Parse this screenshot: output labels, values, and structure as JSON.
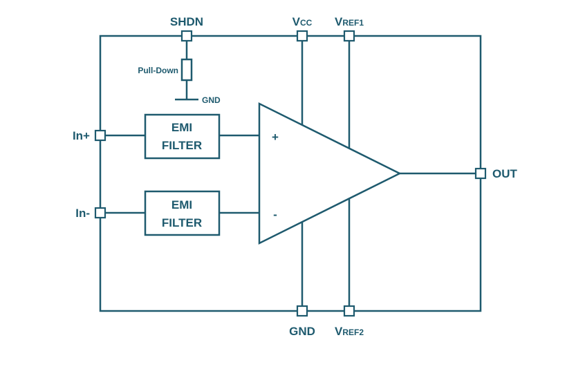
{
  "colors": {
    "line": "#1e5a6e",
    "background": "#ffffff"
  },
  "pins": {
    "shdn": "SHDN",
    "vcc": {
      "main": "V",
      "sub": "CC"
    },
    "vref1": {
      "main": "V",
      "sub": "REF1"
    },
    "in_plus": "In+",
    "in_minus": "In-",
    "out": "OUT",
    "gnd": "GND",
    "vref2": {
      "main": "V",
      "sub": "REF2"
    }
  },
  "pulldown": {
    "label": "Pull-Down",
    "gnd_label": "GND"
  },
  "filters": [
    {
      "line1": "EMI",
      "line2": "FILTER"
    },
    {
      "line1": "EMI",
      "line2": "FILTER"
    }
  ],
  "amplifier": {
    "plus": "+",
    "minus": "-"
  }
}
